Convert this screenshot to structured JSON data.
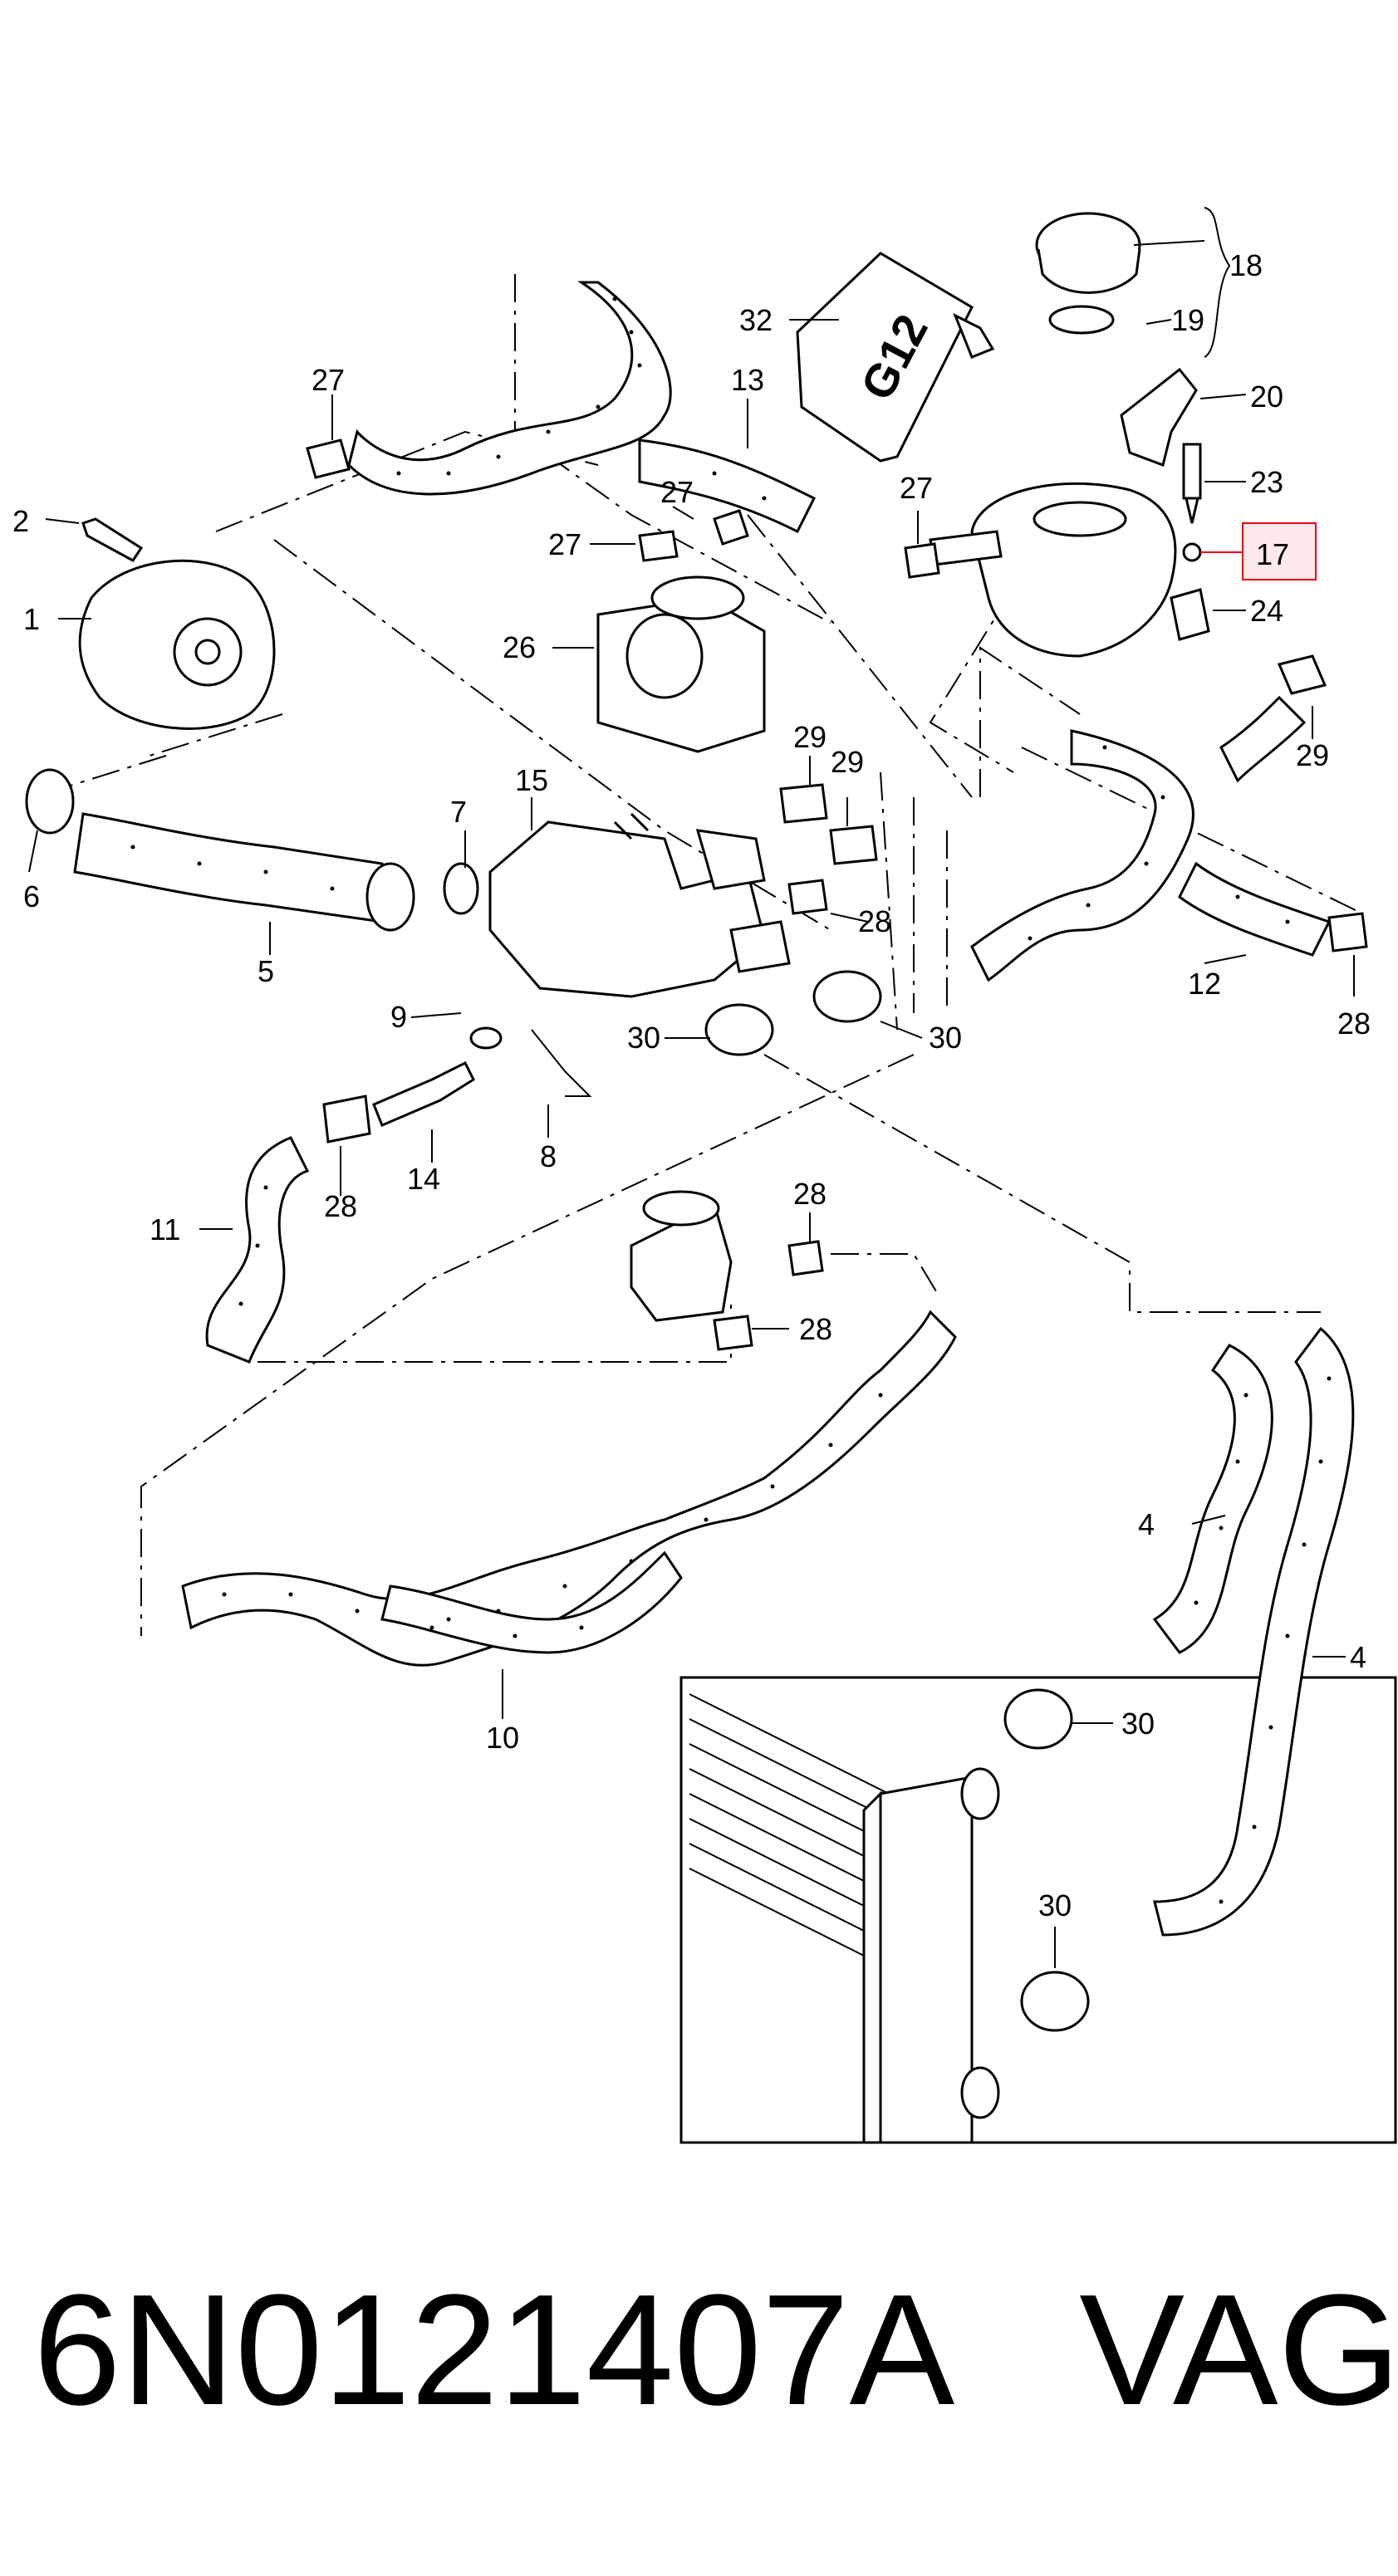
{
  "diagram": {
    "labels": {
      "p1": "1",
      "p2": "2",
      "p4a": "4",
      "p4b": "4",
      "p5": "5",
      "p6": "6",
      "p7": "7",
      "p8": "8",
      "p9": "9",
      "p10": "10",
      "p11": "11",
      "p12": "12",
      "p13": "13",
      "p14": "14",
      "p15": "15",
      "p17": "17",
      "p18": "18",
      "p19": "19",
      "p20": "20",
      "p23": "23",
      "p24": "24",
      "p26": "26",
      "p27a": "27",
      "p27b": "27",
      "p27c": "27",
      "p27d": "27",
      "p28a": "28",
      "p28b": "28",
      "p28c": "28",
      "p28d": "28",
      "p28e": "28",
      "p29a": "29",
      "p29b": "29",
      "p29c": "29",
      "p30a": "30",
      "p30b": "30",
      "p30c": "30",
      "p30d": "30",
      "p32": "32"
    },
    "reservoir_marking": "G12",
    "highlight_color": "#e8001c",
    "line_color": "#000000"
  },
  "part_number": {
    "code": "6N0121407A",
    "brand": "VAG"
  }
}
